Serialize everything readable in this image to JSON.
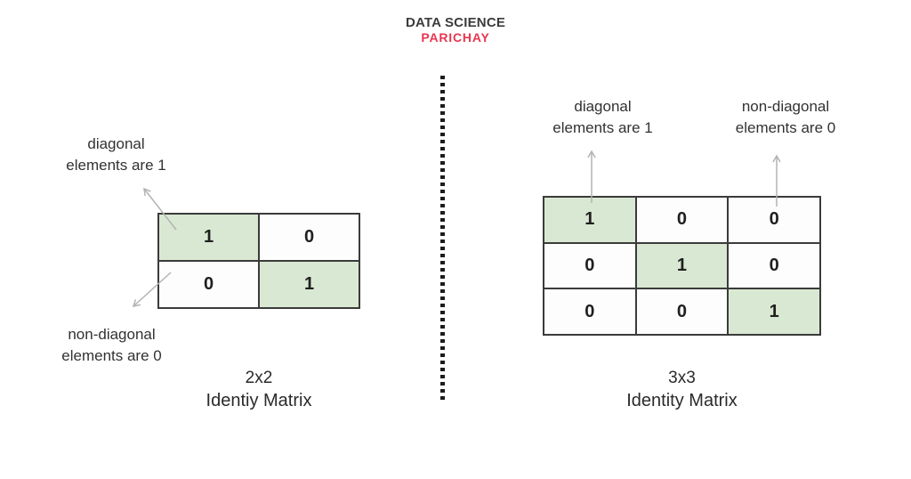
{
  "header": {
    "brand_line1": "DATA SCIENCE",
    "brand_line2": "PARICHAY"
  },
  "left": {
    "label_diagonal": "diagonal\nelements are 1",
    "label_nondiagonal": "non-diagonal\nelements are 0",
    "caption_size": "2x2",
    "caption_name": "Identiy Matrix",
    "matrix": {
      "rows": [
        [
          "1",
          "0"
        ],
        [
          "0",
          "1"
        ]
      ]
    }
  },
  "right": {
    "label_diagonal": "diagonal\nelements are 1",
    "label_nondiagonal": "non-diagonal\nelements are 0",
    "caption_size": "3x3",
    "caption_name": "Identity Matrix",
    "matrix": {
      "rows": [
        [
          "1",
          "0",
          "0"
        ],
        [
          "0",
          "1",
          "0"
        ],
        [
          "0",
          "0",
          "1"
        ]
      ]
    }
  },
  "colors": {
    "diagonal_cell_green": "#d9e8d2",
    "grid_border": "#3b3b3b",
    "brand_primary": "#3b3b3b",
    "brand_accent": "#e8364f",
    "arrow_gray": "#b3b3b3"
  }
}
